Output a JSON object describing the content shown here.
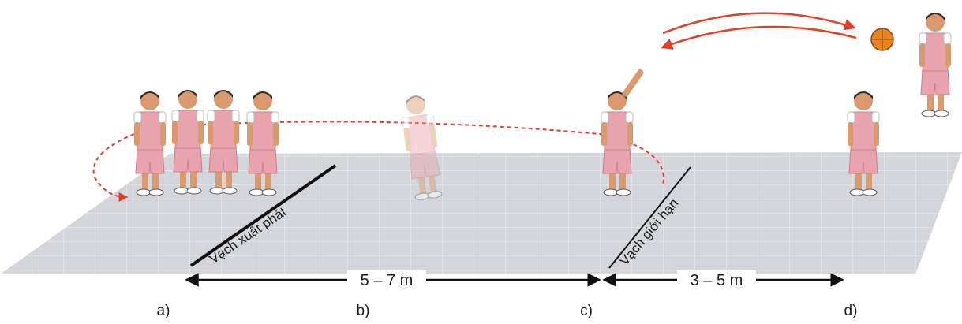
{
  "labels": {
    "start_line": "Vạch xuất phát",
    "limit_line": "Vạch giới hạn",
    "distance_1": "5 – 7 m",
    "distance_2": "3 – 5 m",
    "phase_a": "a)",
    "phase_b": "b)",
    "phase_c": "c)",
    "phase_d": "d)"
  },
  "colors": {
    "court": "#cfd1d6",
    "court_lines": "#e9eaee",
    "jersey": "#e9a3ad",
    "skin": "#d89a6e",
    "hair": "#3a2a22",
    "path_arrow": "#e0402a",
    "ball": "#e8841f"
  },
  "icons": [
    "basketball-icon",
    "dashed-path-arrow",
    "pass-arrow"
  ]
}
